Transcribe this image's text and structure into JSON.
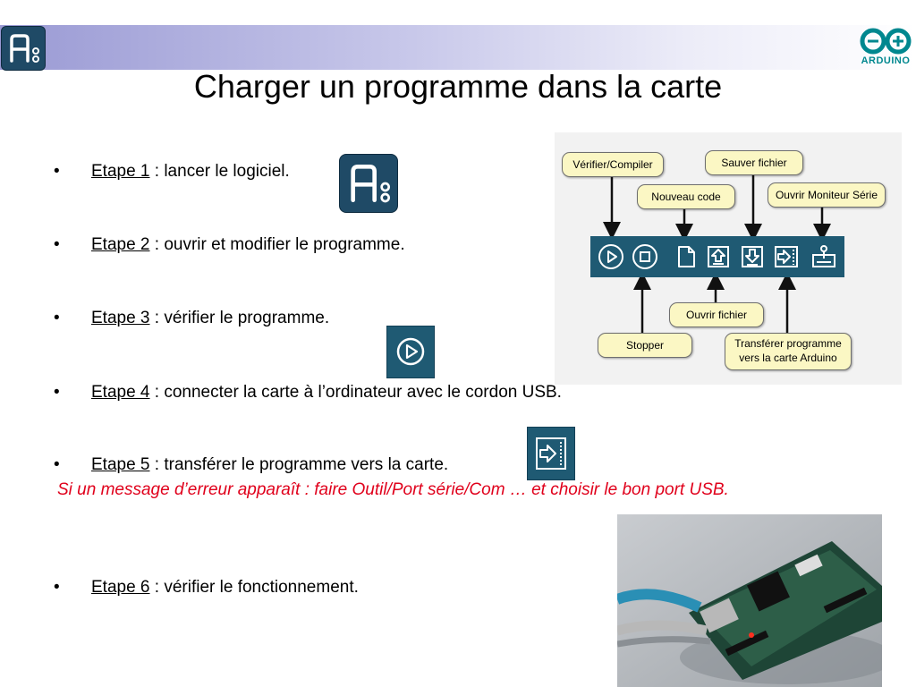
{
  "title": "Charger un programme dans la carte",
  "logo": {
    "brand_text": "ARDUINO",
    "brand_color": "#00878f"
  },
  "steps": [
    {
      "label": "Etape 1",
      "text": " : lancer le logiciel."
    },
    {
      "label": "Etape 2",
      "text": " : ouvrir et modifier le programme."
    },
    {
      "label": "Etape 3",
      "text": " : vérifier le programme."
    },
    {
      "label": "Etape 4",
      "text": " : connecter la carte à l’ordinateur avec le cordon USB."
    },
    {
      "label": "Etape 5",
      "text": " : transférer le programme vers la carte."
    },
    {
      "label": "Etape 6",
      "text": " : vérifier le fonctionnement."
    }
  ],
  "bullet_char": "•",
  "note": "Si un message d’erreur apparaît : faire Outil/Port série/Com … et choisir le bon port USB.",
  "note_color": "#e0001b",
  "toolbar_diagram": {
    "callouts": {
      "verify": "Vérifier/Compiler",
      "save": "Sauver fichier",
      "new": "Nouveau code",
      "monitor": "Ouvrir Moniteur Série",
      "open": "Ouvrir fichier",
      "stop": "Stopper",
      "upload_line1": "Transférer programme",
      "upload_line2": "vers la carte Arduino"
    },
    "toolbar_color": "#1f5a73",
    "callout_color": "#fbf7c4"
  }
}
